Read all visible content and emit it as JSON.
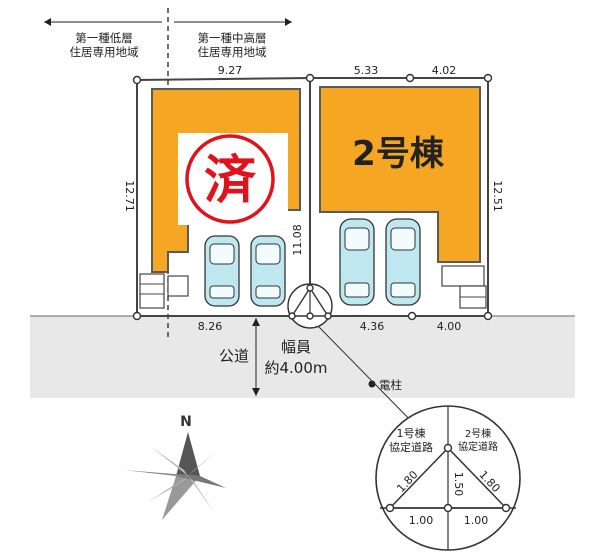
{
  "zones": {
    "left": [
      "第一種低層",
      "住居専用地域"
    ],
    "right": [
      "第一種中高層",
      "住居専用地域"
    ]
  },
  "lot1": {
    "status_stamp": "済",
    "dims": {
      "top": "9.27",
      "side": "12.71",
      "bottom": "8.26"
    }
  },
  "lot2": {
    "title": "2号棟",
    "dims": {
      "top_left": "5.33",
      "top_right": "4.02",
      "side": "12.51",
      "bottom_left": "4.36",
      "bottom_right": "4.00",
      "inner": "11.08"
    }
  },
  "road": {
    "label": "公道",
    "width_label": "幅員",
    "width_value": "約4.00m"
  },
  "pole_label": "電柱",
  "compass_label": "N",
  "detail": {
    "lot1_label": [
      "1号棟",
      "協定道路"
    ],
    "lot2_label": [
      "2号棟",
      "協定道路"
    ],
    "dims": {
      "diag_left": "1.80",
      "diag_right": "1.80",
      "vertical": "1.50",
      "base_left": "1.00",
      "base_right": "1.00"
    }
  },
  "colors": {
    "lot_fill": "#f5a623",
    "stamp_red": "#e0121b",
    "car": "#bfe7ef",
    "road": "#e8e8e8"
  }
}
